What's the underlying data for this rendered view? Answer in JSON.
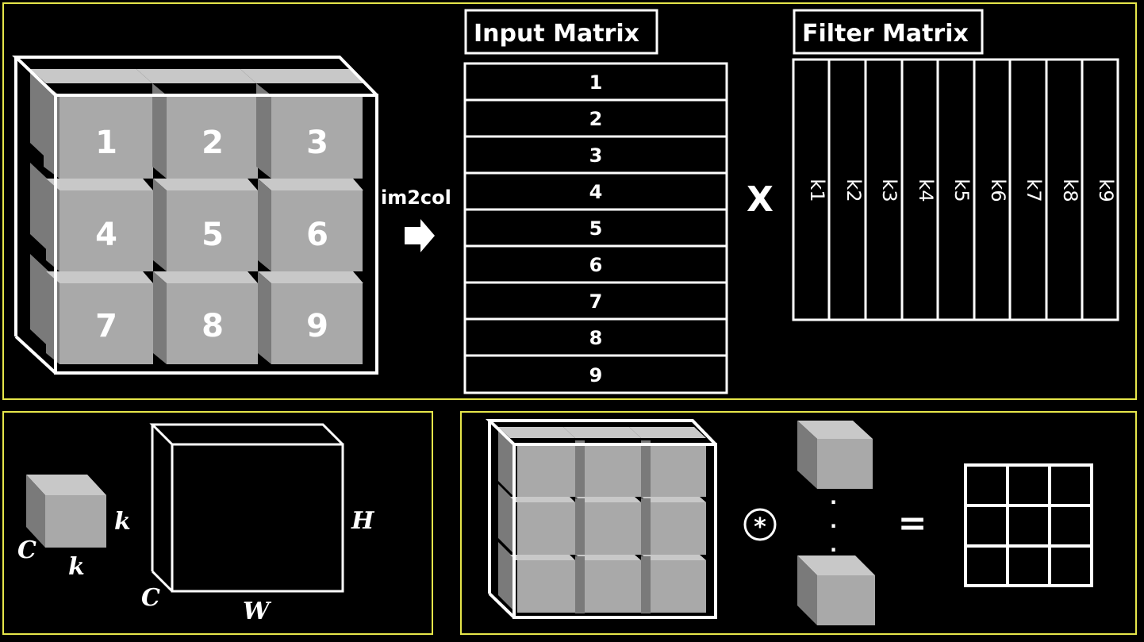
{
  "top_panel": {
    "cube_labels": [
      "1",
      "2",
      "3",
      "4",
      "5",
      "6",
      "7",
      "8",
      "9"
    ],
    "operation_label": "im2col",
    "arrow_icon": "right-arrow-icon",
    "input_matrix": {
      "title": "Input Matrix",
      "rows": [
        "1",
        "2",
        "3",
        "4",
        "5",
        "6",
        "7",
        "8",
        "9"
      ]
    },
    "multiply_symbol": "X",
    "filter_matrix": {
      "title": "Filter Matrix",
      "columns": [
        "k1",
        "k2",
        "k3",
        "k4",
        "k5",
        "k6",
        "k7",
        "k8",
        "k9"
      ]
    }
  },
  "bottom_left_panel": {
    "kernel_labels": {
      "k_side": "k",
      "k_bottom": "k",
      "c": "C"
    },
    "input_labels": {
      "h": "H",
      "w": "W",
      "c": "C"
    }
  },
  "bottom_right_panel": {
    "convolve_icon": "convolution-asterisk-icon",
    "dots": ".",
    "equals": "=",
    "output_grid": {
      "rows": 3,
      "cols": 3
    }
  },
  "colors": {
    "panel_border": "#e6e64a",
    "background": "#000000",
    "cube_face": "#a9a9a9"
  }
}
